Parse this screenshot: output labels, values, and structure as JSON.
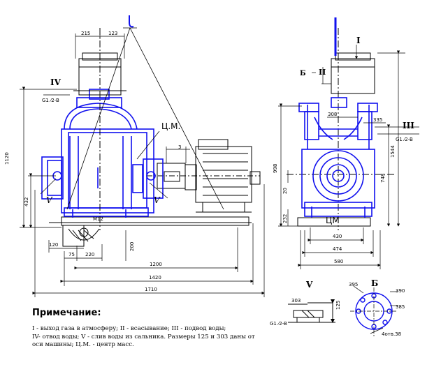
{
  "colors": {
    "pump": "#1010ee",
    "lines": "#000000"
  },
  "labels": {
    "mark_I": "I",
    "mark_II": "II",
    "mark_III": "III",
    "mark_IV": "IV",
    "mark_V_left": "V",
    "mark_V_right": "V",
    "cm_side": "Ц.М.",
    "cm_front": "ЦМ",
    "view_V": "V",
    "view_B": "Б",
    "mark_B_front": "Б"
  },
  "dimensions": {
    "d_215": "215",
    "d_123": "123",
    "d_1120": "1120",
    "d_432": "432",
    "d_3": "3",
    "d_M12": "M12",
    "d_120": "120",
    "d_75": "75",
    "d_220": "220",
    "d_200": "200",
    "d_1200": "1200",
    "d_1420": "1420",
    "d_1710": "1710",
    "d_308": "308",
    "d_335": "335",
    "d_998": "998",
    "d_1544": "1544",
    "d_748": "748",
    "d_20": "20",
    "d_232": "232",
    "d_430": "430",
    "d_474": "474",
    "d_580": "580",
    "d_303": "303",
    "d_125": "125",
    "d_395": "395",
    "d_390": "390",
    "d_385": "385",
    "d_holes": "4отв.38"
  },
  "threads": {
    "left": "G1 ⁄2-B",
    "right": "G1 ⁄2-B",
    "detail": "G1 ⁄2-B"
  },
  "note": {
    "title": "Примечание:",
    "line1": "I - выход газа в атмосферу; II - всасывание; III - подвод воды;",
    "line2": "IV- отвод воды; V - слив воды из сальника.  Размеры 125 и 303 даны от",
    "line3": " оси машины;  Ц.М. - центр масс."
  }
}
